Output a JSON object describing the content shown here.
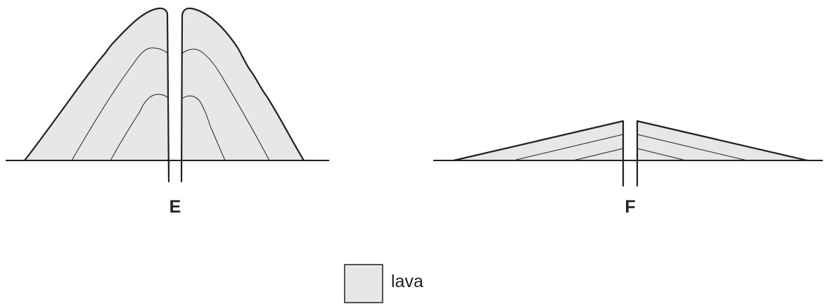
{
  "volcanoes": [
    {
      "label": "E"
    },
    {
      "label": "F"
    }
  ],
  "key": {
    "label": "lava"
  },
  "colors": {
    "lava": "#e6e7e8",
    "outline": "#231f20",
    "background": "#ffffff"
  }
}
